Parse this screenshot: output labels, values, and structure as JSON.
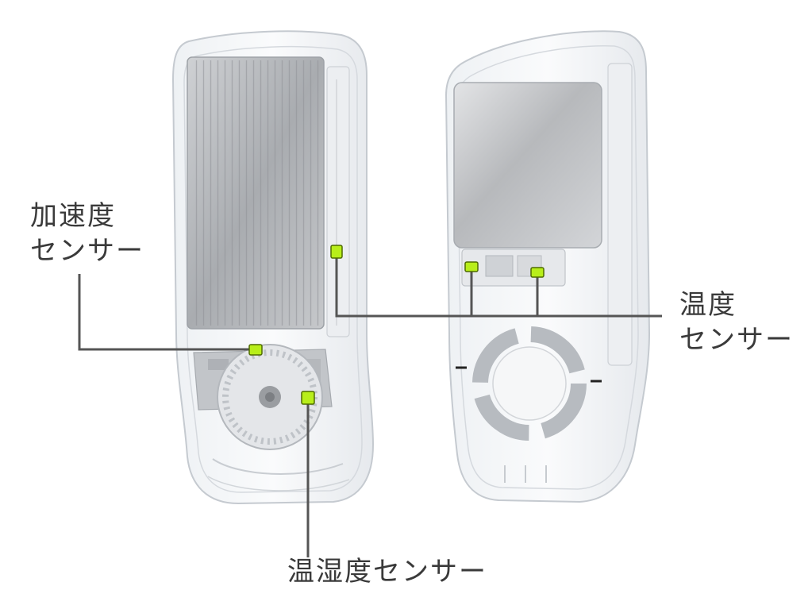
{
  "labels": {
    "acceleration_sensor": {
      "line1": "加速度",
      "line2": "センサー"
    },
    "temperature_sensor": {
      "line1": "温度",
      "line2": "センサー"
    },
    "temperature_humidity_sensor": "温湿度センサー"
  },
  "colors": {
    "sensor_highlight": "#b8ee1a",
    "leader_line": "#555555",
    "label_text": "#3a3a3a",
    "shell": "#d4d8dd",
    "heatsink": "#b9bcc0",
    "battery": "#cdcfd2"
  }
}
